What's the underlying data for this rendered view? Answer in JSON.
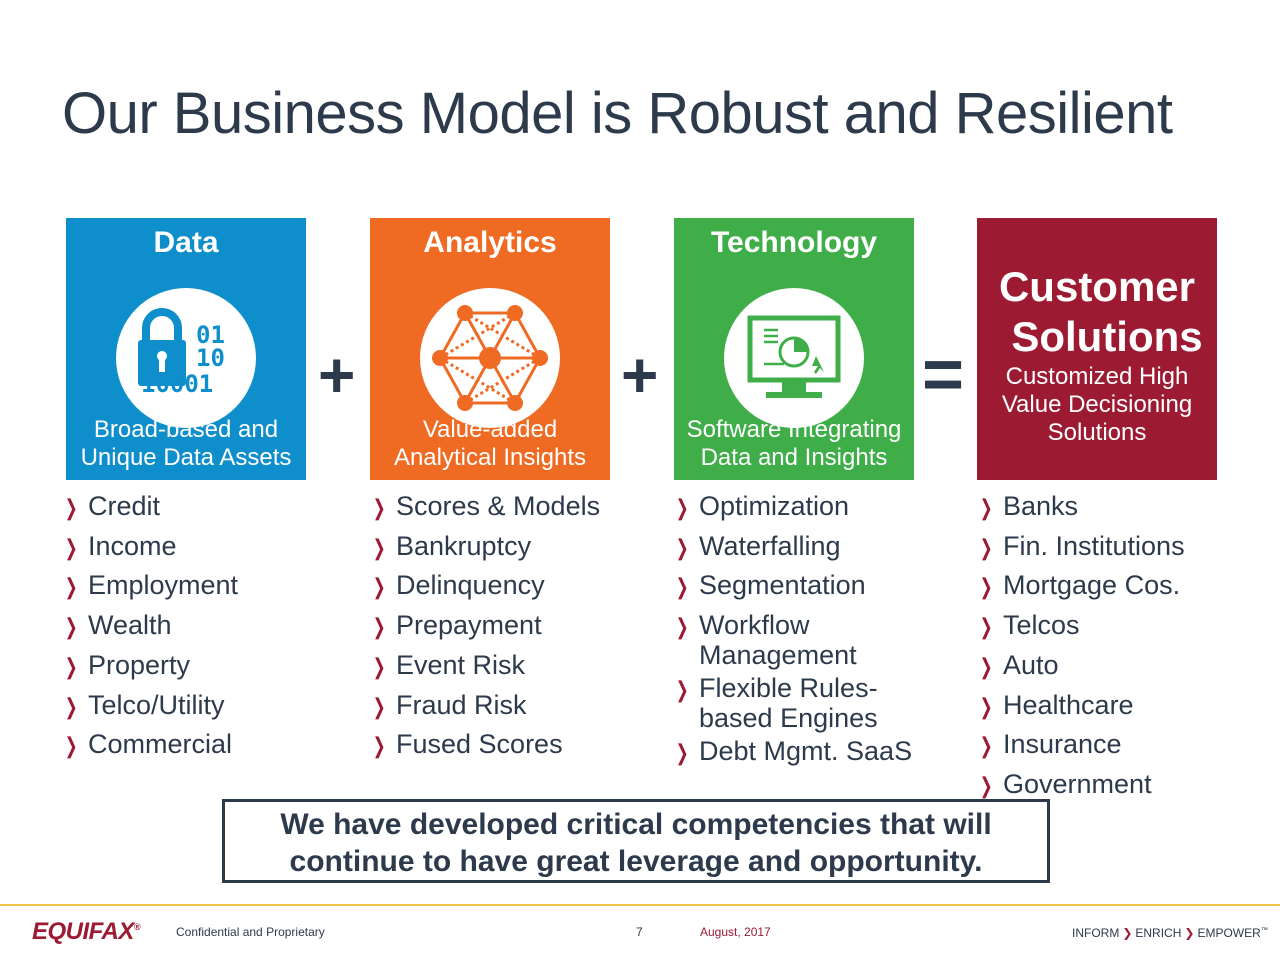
{
  "title": "Our Business Model is Robust and Resilient",
  "pillars": [
    {
      "heading": "Data",
      "caption_line1": "Broad-based and",
      "caption_line2": "Unique Data Assets",
      "icon": "data-lock-icon",
      "icon_digits": [
        "01",
        "10",
        "10001"
      ],
      "color": "#0e8fcc"
    },
    {
      "heading": "Analytics",
      "caption_line1": "Value-added",
      "caption_line2": "Analytical Insights",
      "icon": "network-hexagon-icon",
      "color": "#ef6a22"
    },
    {
      "heading": "Technology",
      "caption_line1": "Software Integrating",
      "caption_line2": "Data and Insights",
      "icon": "monitor-chart-icon",
      "color": "#3fae49"
    }
  ],
  "customer": {
    "title_line1": "Customer",
    "title_line2": "Solutions",
    "sub_line1": "Customized High",
    "sub_line2": "Value Decisioning",
    "sub_line3": "Solutions",
    "color": "#9c1b32"
  },
  "operators": {
    "plus": "+",
    "equals": "="
  },
  "lists": {
    "data": [
      "Credit",
      "Income",
      "Employment",
      "Wealth",
      "Property",
      "Telco/Utility",
      "Commercial"
    ],
    "analytics": [
      "Scores & Models",
      "Bankruptcy",
      "Delinquency",
      "Prepayment",
      "Event Risk",
      "Fraud Risk",
      "Fused Scores"
    ],
    "technology": [
      "Optimization",
      "Waterfalling",
      "Segmentation",
      "Workflow\nManagement",
      "Flexible Rules-\nbased Engines",
      "Debt Mgmt. SaaS"
    ],
    "customers": [
      "Banks",
      "Fin. Institutions",
      "Mortgage Cos.",
      "Telcos",
      "Auto",
      "Healthcare",
      "Insurance",
      "Government"
    ]
  },
  "bullet_glyph": "❯",
  "callout": {
    "line1": "We have developed critical competencies that will",
    "line2": "continue to have great leverage and opportunity."
  },
  "footer": {
    "logo": "EQUIFAX",
    "logo_mark": "®",
    "confidential": "Confidential and Proprietary",
    "page": "7",
    "date": "August, 2017",
    "tagline": [
      "INFORM",
      "ENRICH",
      "EMPOWER"
    ],
    "tagline_mark": "™",
    "accent": "#9c1b32"
  }
}
